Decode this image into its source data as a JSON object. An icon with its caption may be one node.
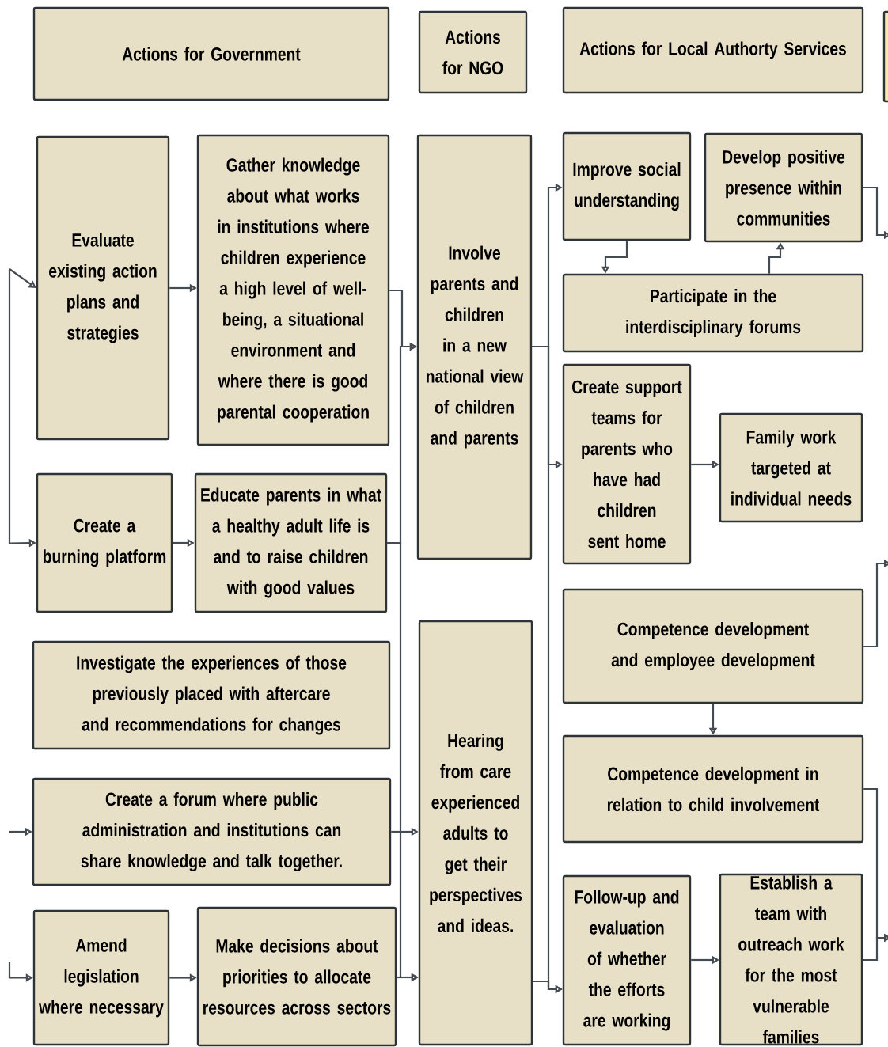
{
  "diagram": {
    "nodes": [
      {
        "text": [
          "Actions for Government"
        ]
      },
      {
        "text": [
          "Actions for NGO"
        ]
      },
      {
        "text": [
          "Actions for Local Authorty Services"
        ]
      },
      {
        "text": [],
        "shape": "box"
      },
      {
        "text": [
          "Evaluate existing action plans and strategies"
        ]
      },
      {
        "text": [
          "Gather knowledge about what works in institutions where children experience a high level of well-being, a situational environment and where there is good parental cooperation"
        ]
      },
      {
        "text": [
          "Involve parents and children in a new national view of children and parents"
        ]
      },
      {
        "text": [
          "Improve social understanding"
        ]
      },
      {
        "text": [
          "Develop positive presence within communities"
        ]
      },
      {
        "text": [
          "Participate in the interdisciplinary forums"
        ]
      },
      {
        "text": [
          "Create support teams for parents who have had children sent home"
        ]
      },
      {
        "text": [
          "Family work targeted at individual needs"
        ]
      },
      {
        "text": [
          "Create a burning platform"
        ]
      },
      {
        "text": [
          "Educate parents in what a healthy adult life is and to raise children with good values"
        ]
      },
      {
        "text": [
          "Competence development and employee development"
        ]
      },
      {
        "text": [
          "Investigate the experiences of those previously placed with aftercare and recommendations for changes"
        ]
      },
      {
        "text": [
          "Hearing from care experienced adults to get their perspectives and ideas."
        ]
      },
      {
        "text": [
          "Competence development in relation to child involvement"
        ]
      },
      {
        "text": [
          "Create a forum where public administration and institutions can share knowledge and talk together."
        ]
      },
      {
        "text": [
          "Follow-up and evaluation of whether the efforts are working"
        ]
      },
      {
        "text": [
          "Establish a team with outreach work for the most vulnerable families"
        ]
      },
      {
        "text": [
          "Amend legislation where necessary"
        ]
      },
      {
        "text": [
          "Make decisions about priorities to allocate resources across sectors"
        ]
      }
    ],
    "edges": [
      {
        "from": null,
        "to": 4,
        "arrow": "to"
      },
      {
        "from": null,
        "to": 12,
        "arrow": "to"
      },
      {
        "from": null,
        "to": 18,
        "arrow": "to"
      },
      {
        "from": null,
        "to": 21,
        "arrow": "to"
      },
      {
        "from": 4,
        "to": 5,
        "arrow": "to"
      },
      {
        "from": 12,
        "to": 13,
        "arrow": "to"
      },
      {
        "from": 21,
        "to": 22,
        "arrow": "to"
      },
      {
        "from": 5,
        "to": 6,
        "arrow": "to"
      },
      {
        "from": 13,
        "to": 6,
        "arrow": "to"
      },
      {
        "from": 13,
        "to": 16,
        "arrow": "to"
      },
      {
        "from": 18,
        "to": 16,
        "arrow": "to"
      },
      {
        "from": 22,
        "to": 16,
        "arrow": "to"
      },
      {
        "from": 6,
        "to": 7,
        "arrow": "to"
      },
      {
        "from": 6,
        "to": 10,
        "arrow": "to"
      },
      {
        "from": 6,
        "to": 19,
        "arrow": "to"
      },
      {
        "from": 16,
        "to": 19,
        "arrow": "to"
      },
      {
        "from": 7,
        "to": 9,
        "arrow": "to"
      },
      {
        "from": 9,
        "to": 8,
        "arrow": "to"
      },
      {
        "from": 10,
        "to": 11,
        "arrow": "to"
      },
      {
        "from": 19,
        "to": 20,
        "arrow": "to"
      },
      {
        "from": 14,
        "to": 17,
        "arrow": "to"
      },
      {
        "from": 8,
        "to": null,
        "arrow": "to"
      },
      {
        "from": 14,
        "to": null,
        "arrow": "to"
      },
      {
        "from": 17,
        "to": null,
        "arrow": "to"
      },
      {
        "from": 20,
        "to": null,
        "arrow": "to"
      }
    ]
  }
}
